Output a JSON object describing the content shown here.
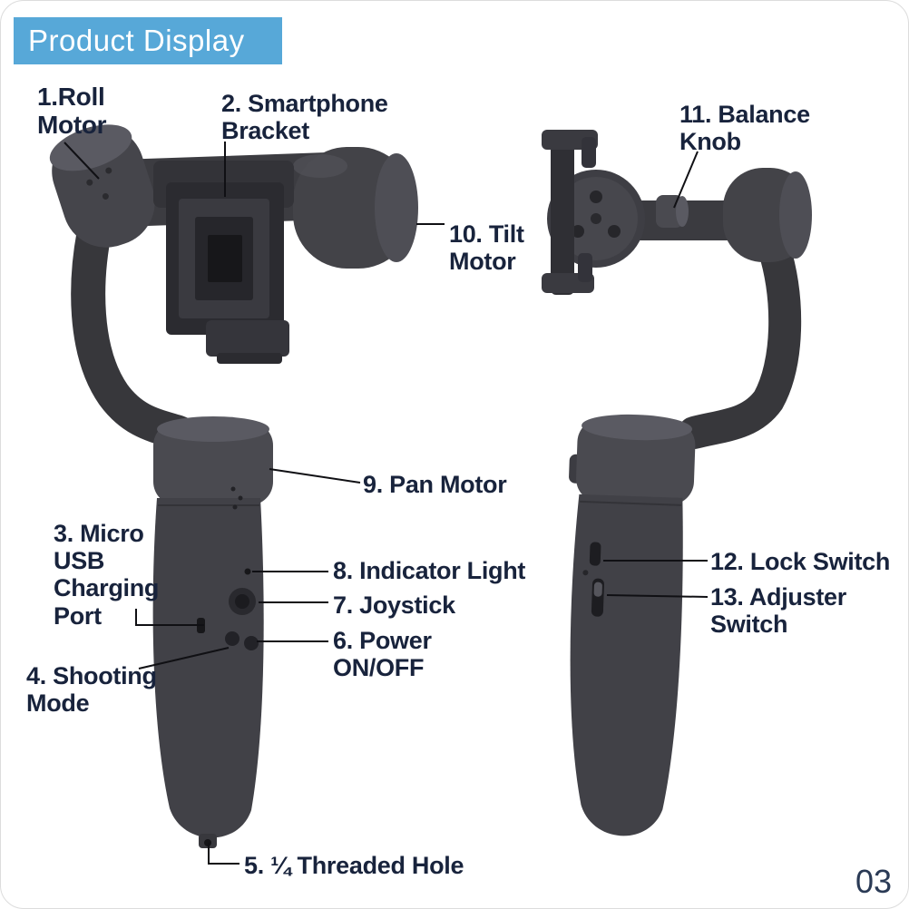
{
  "header": {
    "title": "Product Display"
  },
  "page": {
    "number": "03"
  },
  "colors": {
    "header_bg": "#57a8d8",
    "label_text": "#18233c",
    "device_gray": "#414147"
  },
  "callouts": {
    "roll_motor": "1.Roll\nMotor",
    "smartphone_bracket": "2. Smartphone\nBracket",
    "micro_usb_port": "3. Micro\nUSB\nCharging\nPort",
    "shooting_mode": "4. Shooting\nMode",
    "threaded_hole": "5. ¼ Threaded Hole",
    "power_on_off": "6. Power\nON/OFF",
    "joystick": "7. Joystick",
    "indicator_light": "8. Indicator Light",
    "pan_motor": "9. Pan Motor",
    "tilt_motor": "10. Tilt\nMotor",
    "balance_knob": "11. Balance\nKnob",
    "lock_switch": "12. Lock Switch",
    "adjuster_switch": "13. Adjuster\nSwitch"
  }
}
